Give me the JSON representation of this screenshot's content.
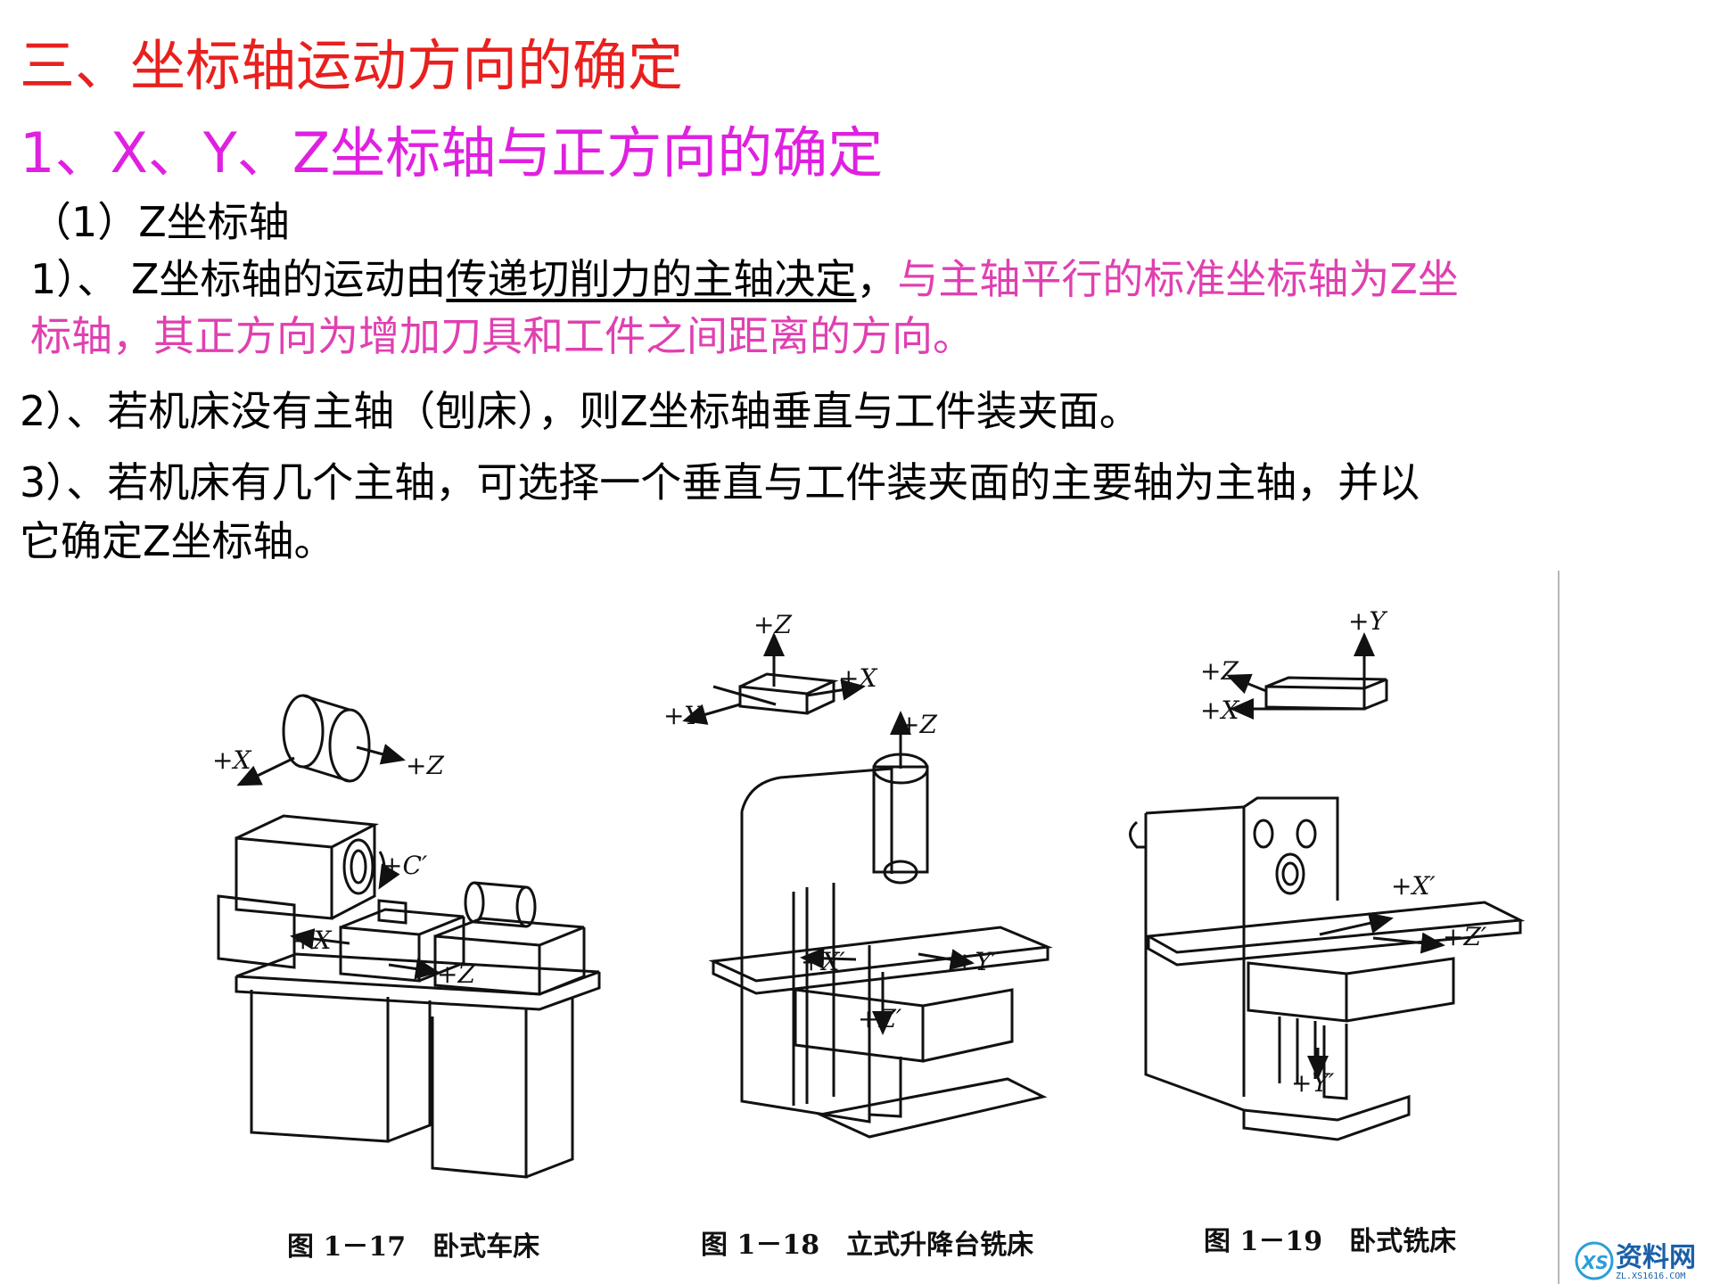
{
  "heading": "三、坐标轴运动方向的确定",
  "subheading": "1、X、Y、Z坐标轴与正方向的确定",
  "section": "（1）Z坐标轴",
  "para1": {
    "prefix": "1）、 Z坐标轴的运动由",
    "underlined": "传递切削力的主轴决定",
    "comma": "，",
    "pink_line1": "与主轴平行的标准坐标轴为Z坐",
    "pink_line2": "标轴，其正方向为增加刀具和工件之间距离的方向。"
  },
  "para2": "2）、若机床没有主轴（刨床），则Z坐标轴垂直与工件装夹面。",
  "para3": {
    "line1": "3）、若机床有几个主轴，可选择一个垂直与工件装夹面的主要轴为主轴，并以",
    "line2": "它确定Z坐标轴。"
  },
  "figures": [
    {
      "caption": "图 1－17　卧式车床",
      "labels": {
        "x": "+X",
        "z": "+Z",
        "c": "+C′",
        "x2": "+X",
        "z2": "+Z"
      }
    },
    {
      "caption": "图 1－18　立式升降台铣床",
      "labels": {
        "z": "+Z",
        "x": "+X",
        "y": "+Y",
        "z2": "+Z",
        "x3": "+X′",
        "y3": "+Y′",
        "z3": "+Z′"
      }
    },
    {
      "caption": "图 1－19　卧式铣床",
      "labels": {
        "y": "+Y",
        "z": "+Z",
        "x": "+X",
        "x3": "+X′",
        "z3": "+Z′",
        "y3": "+Y′"
      }
    }
  ],
  "watermark": {
    "text": "资料网",
    "sub": "ZL.XS1616.COM",
    "logo": "XS"
  }
}
